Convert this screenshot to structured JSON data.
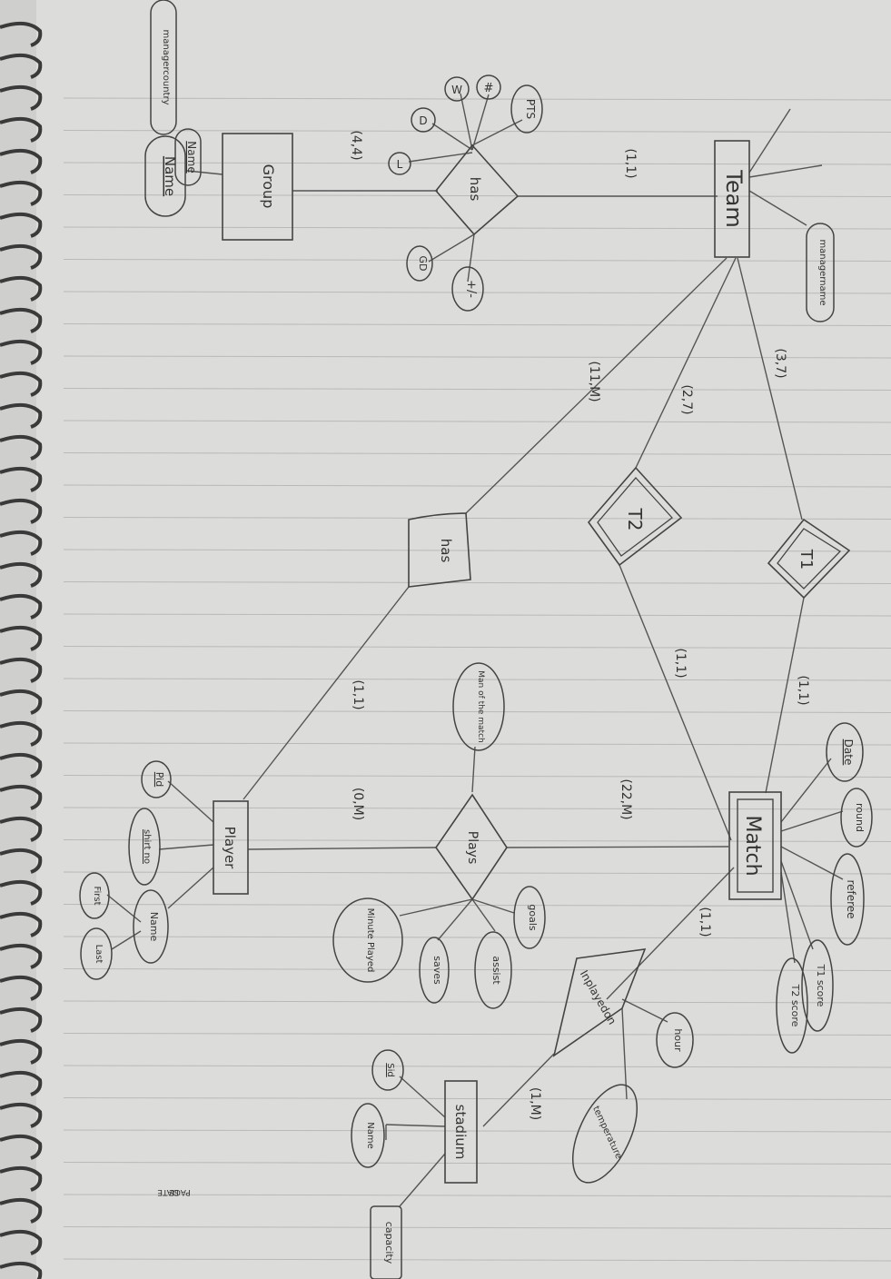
{
  "entities": [
    {
      "id": "team",
      "label": "Team"
    },
    {
      "id": "group",
      "label": "Group"
    },
    {
      "id": "match",
      "label": "Match"
    },
    {
      "id": "player",
      "label": "Player"
    },
    {
      "id": "stadium",
      "label": "stadium"
    }
  ],
  "relationships": [
    {
      "id": "has_group",
      "label": "has"
    },
    {
      "id": "t1",
      "label": "T1"
    },
    {
      "id": "t2",
      "label": "T2"
    },
    {
      "id": "has_player",
      "label": "has"
    },
    {
      "id": "plays",
      "label": "Plays"
    },
    {
      "id": "inplayedon",
      "label": "Inplayedon"
    }
  ],
  "attributes": [
    {
      "id": "manager-country",
      "label": "managercountry"
    },
    {
      "id": "team-name",
      "label": "Name"
    },
    {
      "id": "manager-name",
      "label": "managername"
    },
    {
      "id": "group-name",
      "label": "Name"
    },
    {
      "id": "pts",
      "label": "PTS"
    },
    {
      "id": "played",
      "label": "#"
    },
    {
      "id": "won",
      "label": "W"
    },
    {
      "id": "draw",
      "label": "D"
    },
    {
      "id": "lost",
      "label": "L"
    },
    {
      "id": "gd",
      "label": "GD"
    },
    {
      "id": "plus-minus",
      "label": "+/-"
    },
    {
      "id": "date",
      "label": "Date"
    },
    {
      "id": "round",
      "label": "round"
    },
    {
      "id": "referee",
      "label": "referee"
    },
    {
      "id": "t1-score",
      "label": "T1 score"
    },
    {
      "id": "t2-score",
      "label": "T2 score"
    },
    {
      "id": "man-of-match",
      "label": "Man of the match"
    },
    {
      "id": "goals",
      "label": "goals"
    },
    {
      "id": "assist",
      "label": "assist"
    },
    {
      "id": "saves",
      "label": "saves"
    },
    {
      "id": "minute-played",
      "label": "Minute Played"
    },
    {
      "id": "pid",
      "label": "Pid"
    },
    {
      "id": "shirt-no",
      "label": "shirt no"
    },
    {
      "id": "player-name",
      "label": "Name"
    },
    {
      "id": "first",
      "label": "First"
    },
    {
      "id": "last",
      "label": "Last"
    },
    {
      "id": "hour",
      "label": "hour"
    },
    {
      "id": "temperature",
      "label": "temperature"
    },
    {
      "id": "sid",
      "label": "Sid"
    },
    {
      "id": "stadium-name",
      "label": "Name"
    },
    {
      "id": "capacity",
      "label": "capacity"
    }
  ],
  "cardinalities": [
    {
      "id": "group-has",
      "label": "(4,4)"
    },
    {
      "id": "team-has",
      "label": "(1,1)"
    },
    {
      "id": "team-player",
      "label": "(11,M)"
    },
    {
      "id": "team-t2",
      "label": "(2,7)"
    },
    {
      "id": "team-t1",
      "label": "(3,7)"
    },
    {
      "id": "t2-match",
      "label": "(1,1)"
    },
    {
      "id": "t1-match",
      "label": "(1,1)"
    },
    {
      "id": "player-has",
      "label": "(1,1)"
    },
    {
      "id": "player-plays",
      "label": "(0,M)"
    },
    {
      "id": "match-plays",
      "label": "(22,M)"
    },
    {
      "id": "match-inplayedon",
      "label": "(1,1)"
    },
    {
      "id": "stadium-inplayedon",
      "label": "(1,M)"
    }
  ],
  "page_footer": {
    "page": "PAGE",
    "date": "DATE"
  }
}
